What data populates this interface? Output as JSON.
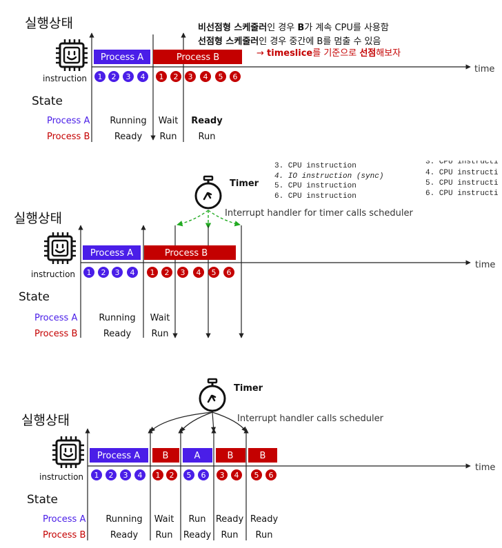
{
  "labels": {
    "exec_state": "실행상태",
    "instruction": "instruction",
    "state": "State",
    "time": "time",
    "process_a": "Process A",
    "process_b": "Process B",
    "timer": "Timer",
    "bar_a_short": "A",
    "bar_b_short": "B"
  },
  "colors": {
    "process_a": "#4a1ee8",
    "process_b": "#c40000",
    "timer_arrow": "#22aa22"
  },
  "icons": {
    "cpu": "cpu-chip-icon",
    "timer": "stopwatch-icon"
  },
  "panel1": {
    "note_line1_bold1": "비선점형 스케줄러",
    "note_line1_rest1": "인 경우 ",
    "note_line1_bold2": "B",
    "note_line1_rest2": "가 계속 CPU를 사용함",
    "note_line2_bold": "선점형 스케줄러",
    "note_line2_rest": "인 경우 중간에 B를 멈출 수 있음",
    "note_line3_arrow": "→ ",
    "note_line3_bold1": "timeslice",
    "note_line3_mid": "를 기준으로 ",
    "note_line3_bold2": "선점",
    "note_line3_end": "해보자",
    "states_a": [
      "Running",
      "Wait",
      "Ready"
    ],
    "states_b": [
      "Ready",
      "Run",
      "Run"
    ]
  },
  "panel2": {
    "code_left": [
      "3. CPU instruction",
      "4. IO instruction (sync)",
      "5. CPU instruction",
      "6. CPU instruction"
    ],
    "code_right": [
      "3. CPU instructi",
      "4. CPU instructi",
      "5. CPU instructi",
      "6. CPU instructi"
    ],
    "interrupt": "Interrupt handler for timer calls scheduler",
    "states_a": [
      "Running",
      "Wait"
    ],
    "states_b": [
      "Ready",
      "Run"
    ]
  },
  "panel3": {
    "interrupt": "Interrupt handler calls scheduler",
    "states_a": [
      "Running",
      "Wait",
      "Run",
      "Ready",
      "Ready"
    ],
    "states_b": [
      "Ready",
      "Run",
      "Ready",
      "Run",
      "Run"
    ]
  },
  "circles": {
    "p1_a": [
      "1",
      "2",
      "3",
      "4"
    ],
    "p1_b": [
      "1",
      "2",
      "3",
      "4",
      "5",
      "6"
    ],
    "p2_a": [
      "1",
      "2",
      "3",
      "4"
    ],
    "p2_b": [
      "1",
      "2",
      "3",
      "4",
      "5",
      "6"
    ],
    "p3_a": [
      "1",
      "2",
      "3",
      "4"
    ],
    "p3_b1": [
      "1",
      "2"
    ],
    "p3_a2": [
      "5",
      "6"
    ],
    "p3_b2": [
      "3",
      "4"
    ],
    "p3_b3": [
      "5",
      "6"
    ]
  }
}
